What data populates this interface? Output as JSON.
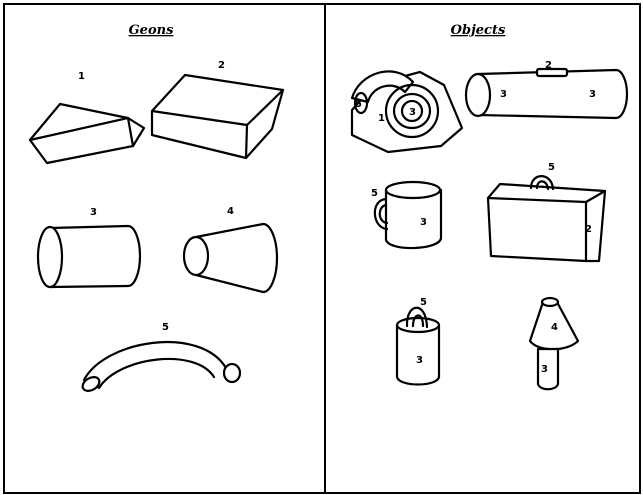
{
  "panels": {
    "left_title": "Geons",
    "right_title": "Objects"
  },
  "geons": [
    {
      "label": "1",
      "shape": "wedge"
    },
    {
      "label": "2",
      "shape": "brick"
    },
    {
      "label": "3",
      "shape": "cylinder"
    },
    {
      "label": "4",
      "shape": "truncated-cone"
    },
    {
      "label": "5",
      "shape": "curved-handle"
    }
  ],
  "objects": {
    "telephone": {
      "labels": [
        "5",
        "1",
        "3"
      ]
    },
    "flashlight": {
      "labels": [
        "2",
        "3",
        "3"
      ]
    },
    "mug": {
      "labels": [
        "5",
        "3"
      ]
    },
    "briefcase": {
      "labels": [
        "5",
        "2"
      ]
    },
    "pail": {
      "labels": [
        "5",
        "3"
      ]
    },
    "lamp": {
      "labels": [
        "4",
        "3"
      ]
    }
  }
}
